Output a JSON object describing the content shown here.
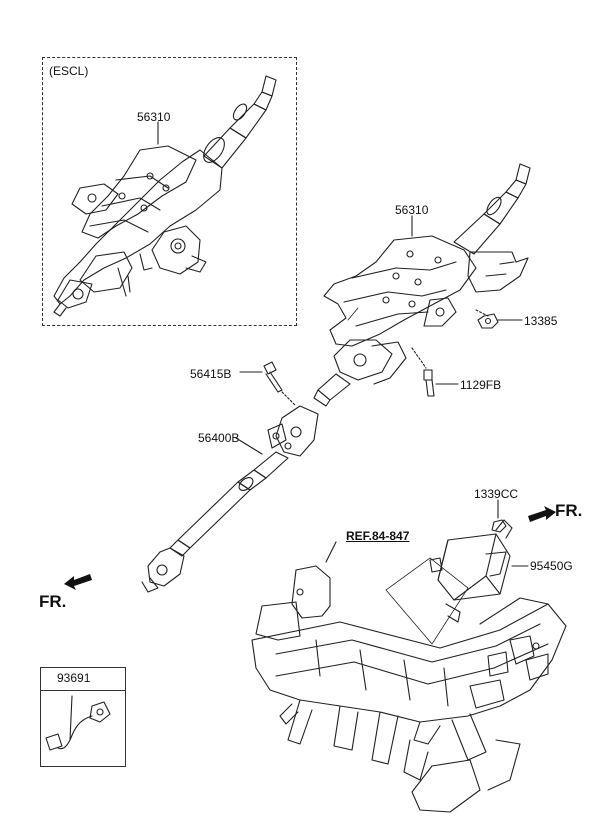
{
  "escl_label": "(ESCL)",
  "labels": {
    "p56310_inset": "56310",
    "p56310_main": "56310",
    "p13385": "13385",
    "p56415B": "56415B",
    "p1129FB": "1129FB",
    "p56400B": "56400B",
    "p1339CC": "1339CC",
    "p95450G": "95450G",
    "ref": "REF.84-847",
    "p93691": "93691"
  },
  "fr_labels": {
    "right": "FR.",
    "left": "FR."
  }
}
